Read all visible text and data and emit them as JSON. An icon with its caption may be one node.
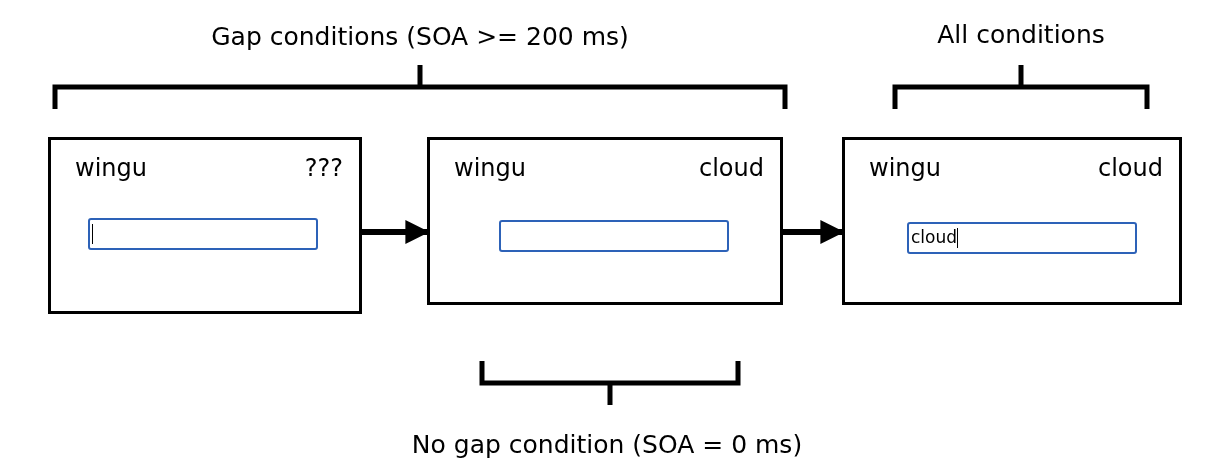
{
  "diagram": {
    "nodes": [
      {
        "text": [
          "wingu",
          "???"
        ]
      },
      {
        "text": [
          "wingu",
          "cloud"
        ]
      },
      {
        "text": [
          "wingu",
          "cloud",
          "cloud"
        ]
      }
    ],
    "edges": [
      {
        "from": 0,
        "to": 1,
        "arrow": "to"
      },
      {
        "from": 1,
        "to": 2,
        "arrow": "to"
      }
    ],
    "labels": [
      "Gap conditions (SOA >= 200 ms)",
      "All conditions",
      "No gap condition (SOA = 0 ms)"
    ]
  }
}
